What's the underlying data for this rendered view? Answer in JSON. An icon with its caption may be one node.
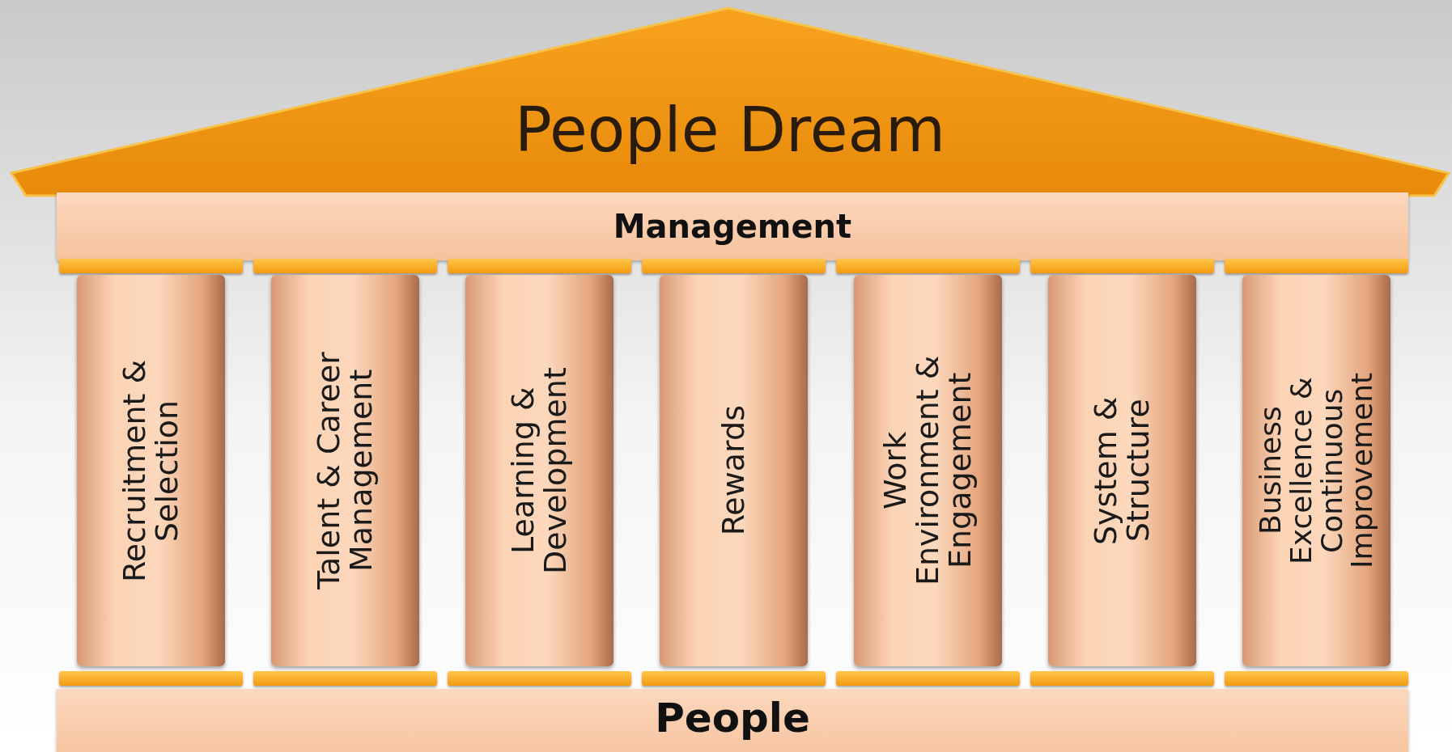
{
  "diagram": {
    "nodes": [
      {
        "text": [
          "People Dream"
        ]
      },
      {
        "text": [
          "Management"
        ]
      },
      {
        "text": [],
        "shape": "bar"
      },
      {
        "text": [],
        "shape": "bar"
      },
      {
        "text": [],
        "shape": "bar"
      },
      {
        "text": [],
        "shape": "bar"
      },
      {
        "text": [],
        "shape": "bar"
      },
      {
        "text": [],
        "shape": "bar"
      },
      {
        "text": [],
        "shape": "bar"
      },
      {
        "text": [
          "Recruitment & Selection"
        ]
      },
      {
        "text": [
          "Talent & Career Management"
        ]
      },
      {
        "text": [
          "Learning & Development"
        ]
      },
      {
        "text": [
          "Rewards"
        ]
      },
      {
        "text": [
          "Work Environment & Engagement"
        ]
      },
      {
        "text": [
          "System & Structure"
        ]
      },
      {
        "text": [
          "Business Excellence & Continuous Improvement"
        ]
      },
      {
        "text": [],
        "shape": "bar"
      },
      {
        "text": [],
        "shape": "bar"
      },
      {
        "text": [],
        "shape": "bar"
      },
      {
        "text": [],
        "shape": "bar"
      },
      {
        "text": [],
        "shape": "bar"
      },
      {
        "text": [],
        "shape": "bar"
      },
      {
        "text": [],
        "shape": "bar"
      },
      {
        "text": [
          "People"
        ]
      }
    ]
  }
}
